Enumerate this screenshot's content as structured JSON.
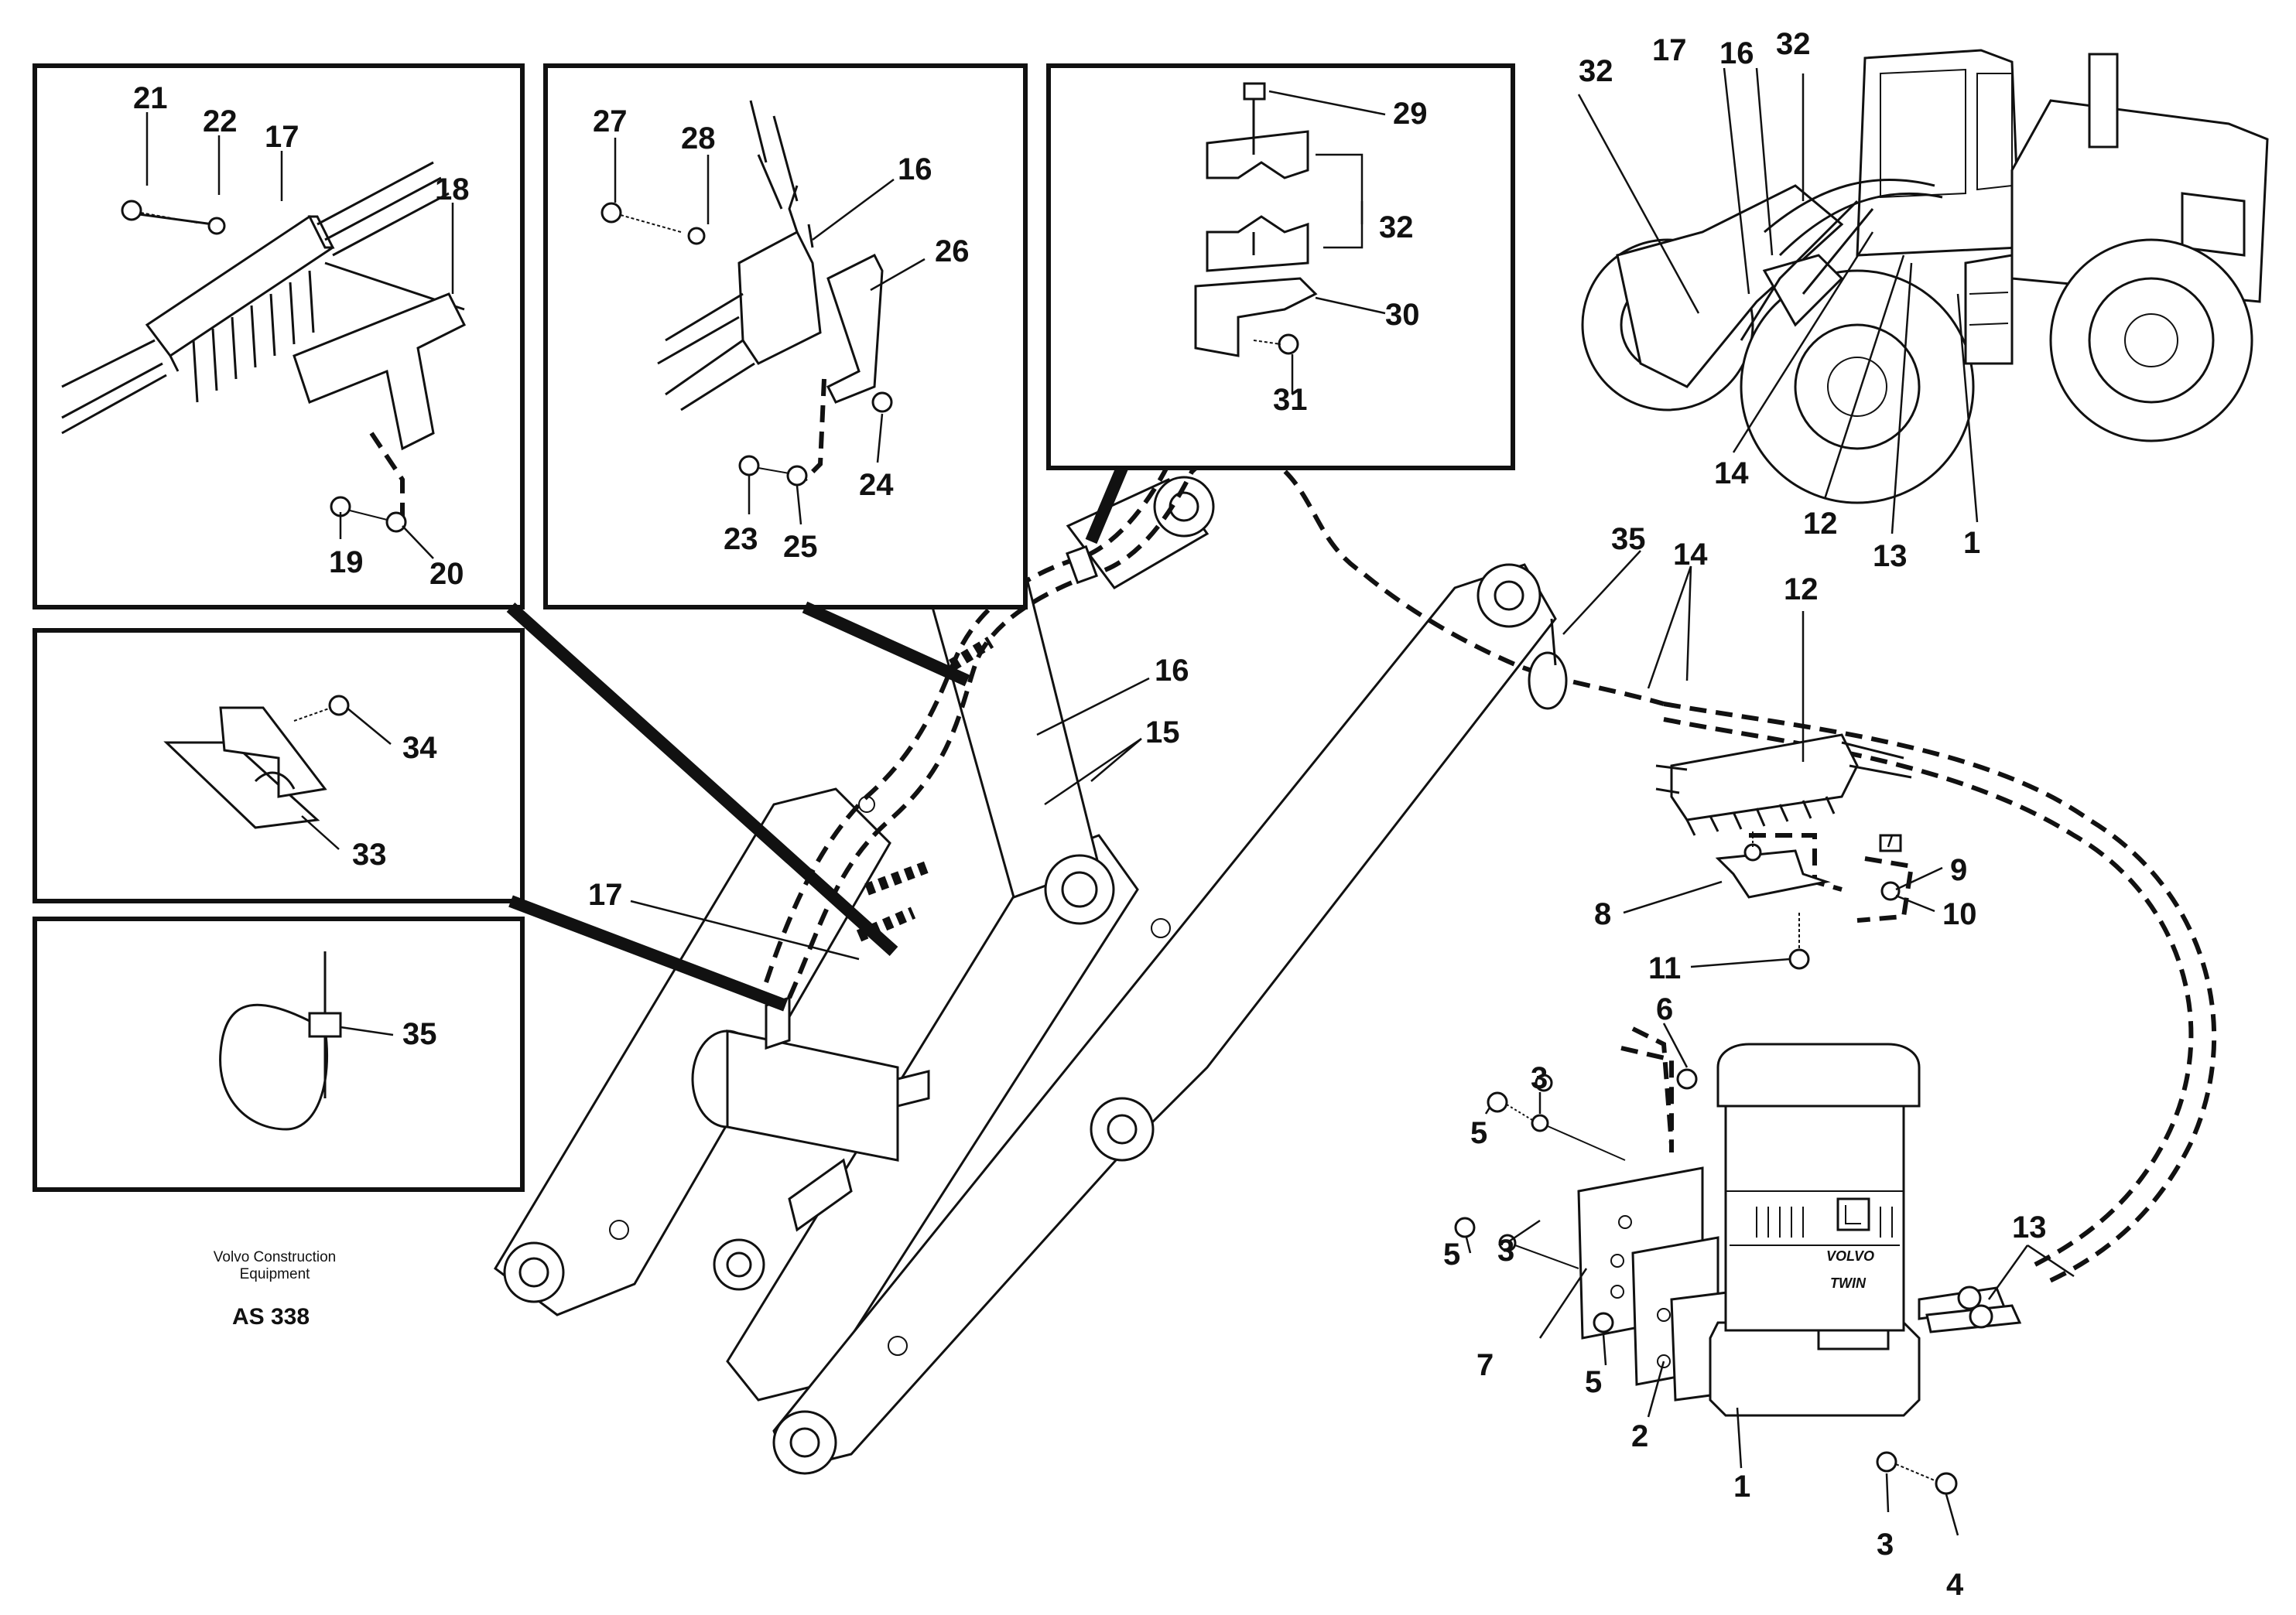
{
  "credit": {
    "line1": "Volvo Construction",
    "line2": "Equipment",
    "code": "AS 338"
  },
  "unit": {
    "brand": "VOLVO",
    "model": "TWIN"
  },
  "callouts": {
    "c1": "1",
    "c2": "2",
    "c3": "3",
    "c4": "4",
    "c5": "5",
    "c6": "6",
    "c7": "7",
    "c8": "8",
    "c9": "9",
    "c10": "10",
    "c11": "11",
    "c12": "12",
    "c13": "13",
    "c14": "14",
    "c15": "15",
    "c16": "16",
    "c17": "17",
    "c18": "18",
    "c19": "19",
    "c20": "20",
    "c21": "21",
    "c22": "22",
    "c23": "23",
    "c24": "24",
    "c25": "25",
    "c26": "26",
    "c27": "27",
    "c28": "28",
    "c29": "29",
    "c30": "30",
    "c31": "31",
    "c32": "32",
    "c33": "33",
    "c34": "34",
    "c35": "35"
  }
}
